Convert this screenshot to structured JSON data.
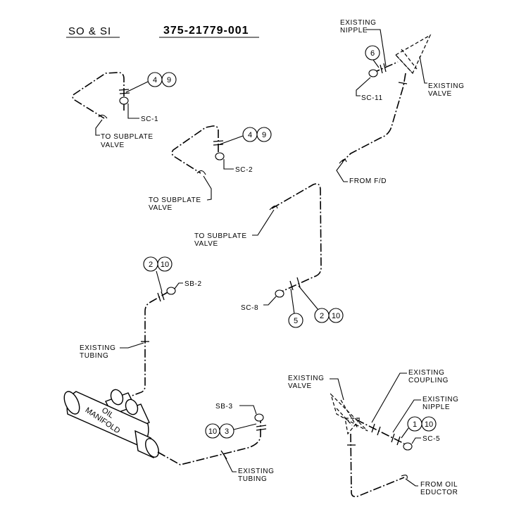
{
  "header": {
    "left": "SO & SI",
    "right": "375-21779-001"
  },
  "sc1": {
    "label": "SC-1",
    "bubbles": [
      "4",
      "9"
    ],
    "to": [
      "TO SUBPLATE",
      "VALVE"
    ]
  },
  "sc2": {
    "label": "SC-2",
    "bubbles": [
      "4",
      "9"
    ],
    "to": [
      "TO SUBPLATE",
      "VALVE"
    ]
  },
  "sc11": {
    "label": "SC-11",
    "bubble": "6",
    "nipple": [
      "EXISTING",
      "NIPPLE"
    ],
    "valve": [
      "EXISTING",
      "VALVE"
    ],
    "from": "FROM F/D"
  },
  "sc8": {
    "label": "SC-8",
    "to": [
      "TO SUBPLATE",
      "VALVE"
    ],
    "bubble_single": "5",
    "bubbles": [
      "2",
      "10"
    ]
  },
  "sb2": {
    "label": "SB-2",
    "bubbles": [
      "2",
      "10"
    ],
    "tubing": [
      "EXISTING",
      "TUBING"
    ]
  },
  "manifold": {
    "lines": [
      "OIL",
      "MANIFOLD"
    ]
  },
  "sb3": {
    "label": "SB-3",
    "bubbles": [
      "10",
      "3"
    ],
    "tubing": [
      "EXISTING",
      "TUBING"
    ]
  },
  "sc5": {
    "label": "SC-5",
    "bubbles": [
      "1",
      "10"
    ],
    "valve": [
      "EXISTING",
      "VALVE"
    ],
    "coupling": [
      "EXISTING",
      "COUPLING"
    ],
    "nipple": [
      "EXISTING",
      "NIPPLE"
    ],
    "from": [
      "FROM OIL",
      "EDUCTOR"
    ]
  }
}
